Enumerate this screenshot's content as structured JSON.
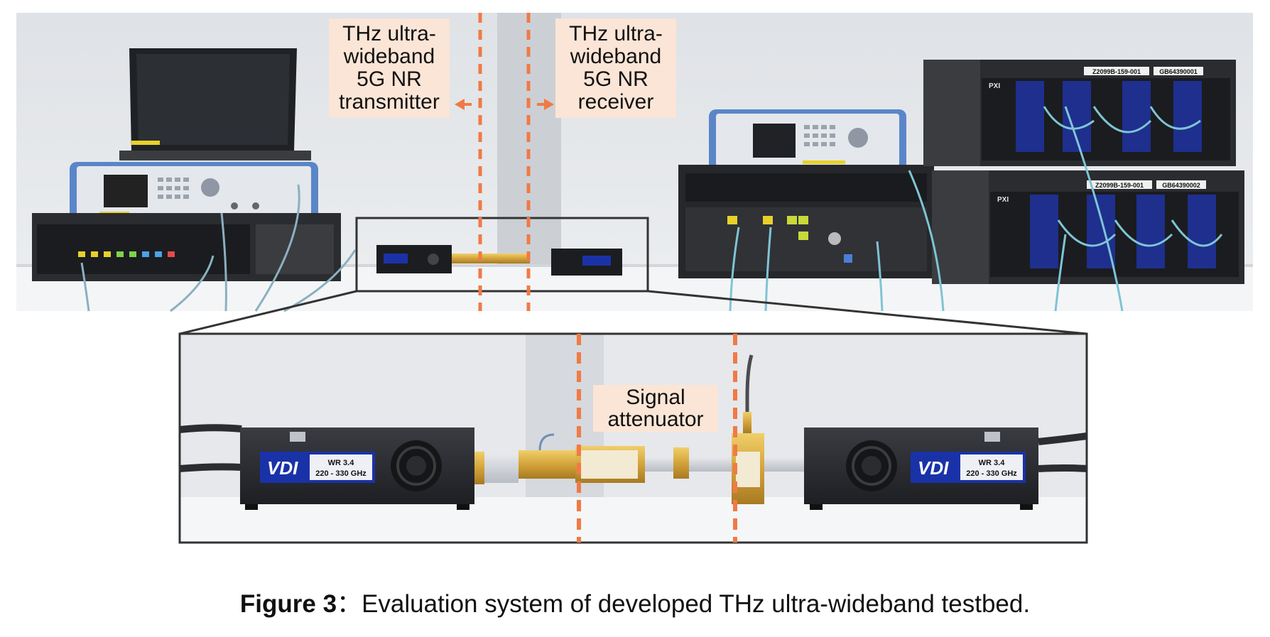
{
  "photo": {
    "transmitter_label": [
      "THz ultra-",
      "wideband",
      "5G NR",
      "transmitter"
    ],
    "receiver_label": [
      "THz ultra-",
      "wideband",
      "5G NR",
      "receiver"
    ],
    "attenuator_label": [
      "Signal",
      "attenuator"
    ],
    "module_left": {
      "brand": "VDI",
      "band": "WR 3.4",
      "range": "220 - 330 GHz"
    },
    "module_right": {
      "brand": "VDI",
      "band": "WR 3.4",
      "range": "220 - 330 GHz"
    },
    "rack_top_labels": [
      "Z2099B-159-001",
      "GB64390001"
    ],
    "rack_bottom_labels": [
      "Z2099B-159-001",
      "GB64390002"
    ],
    "rack_brand": "PXI"
  },
  "caption": {
    "label": "Figure 3",
    "separator": "：",
    "text": "Evaluation system of developed THz ultra-wideband testbed."
  },
  "colors": {
    "dashed_line": "#f07a45",
    "label_bg": "#fbe5d6",
    "vdi_blue": "#1a32a8",
    "wall": "#e4e6e9",
    "table": "#f2f3f5",
    "instrument_dark": "#2a2c30",
    "cable": "#7fc4d4"
  }
}
